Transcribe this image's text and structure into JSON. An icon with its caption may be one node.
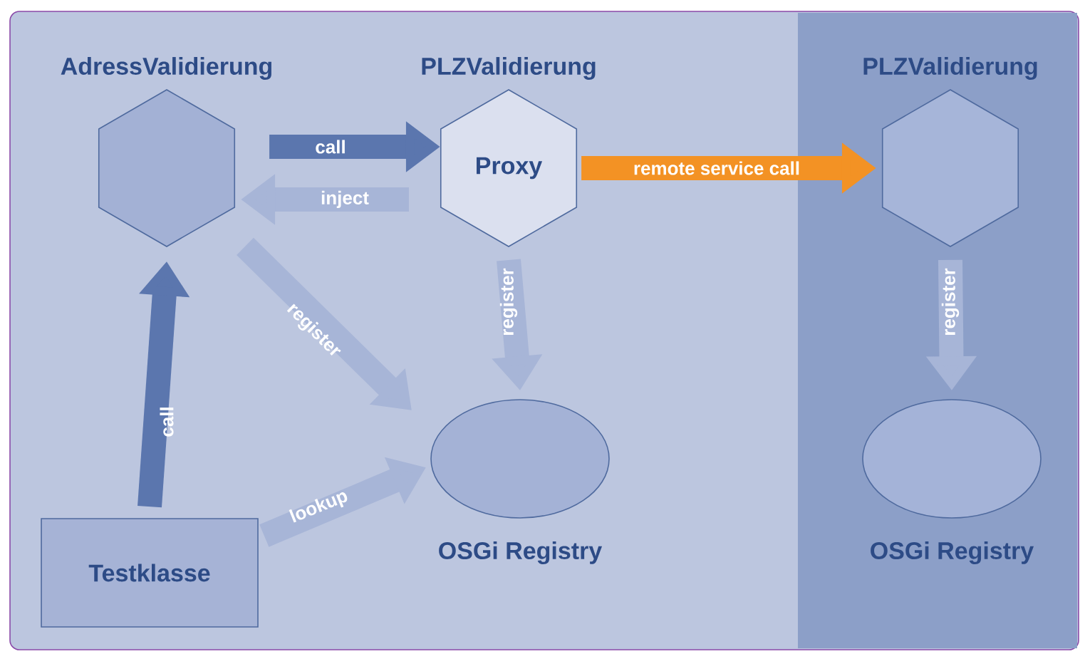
{
  "diagram": {
    "nodes": [
      {
        "text": [
          "AdressValidierung"
        ]
      },
      {
        "text": [
          "PLZValidierung",
          "Proxy"
        ]
      },
      {
        "text": [
          "PLZValidierung"
        ]
      },
      {
        "text": [
          "OSGi Registry"
        ]
      },
      {
        "text": [
          "Testklasse"
        ]
      },
      {
        "text": [
          "OSGi Registry"
        ]
      }
    ],
    "edges": [
      {
        "from": 0,
        "to": 1,
        "arrow": "to",
        "label": "call",
        "color": "#5b76ae"
      },
      {
        "from": 1,
        "to": 0,
        "arrow": "to",
        "label": "inject"
      },
      {
        "from": 1,
        "to": 2,
        "arrow": "to",
        "label": "remote service call",
        "color": "#f39224"
      },
      {
        "from": 0,
        "to": 3,
        "arrow": "to",
        "label": "register"
      },
      {
        "from": 1,
        "to": 3,
        "arrow": "to",
        "label": "register"
      },
      {
        "from": 4,
        "to": 0,
        "arrow": "to",
        "label": "call",
        "color": "#5b76ae"
      },
      {
        "from": 4,
        "to": 3,
        "arrow": "to",
        "label": "lookup"
      },
      {
        "from": 2,
        "to": 5,
        "arrow": "to",
        "label": "register"
      }
    ]
  }
}
